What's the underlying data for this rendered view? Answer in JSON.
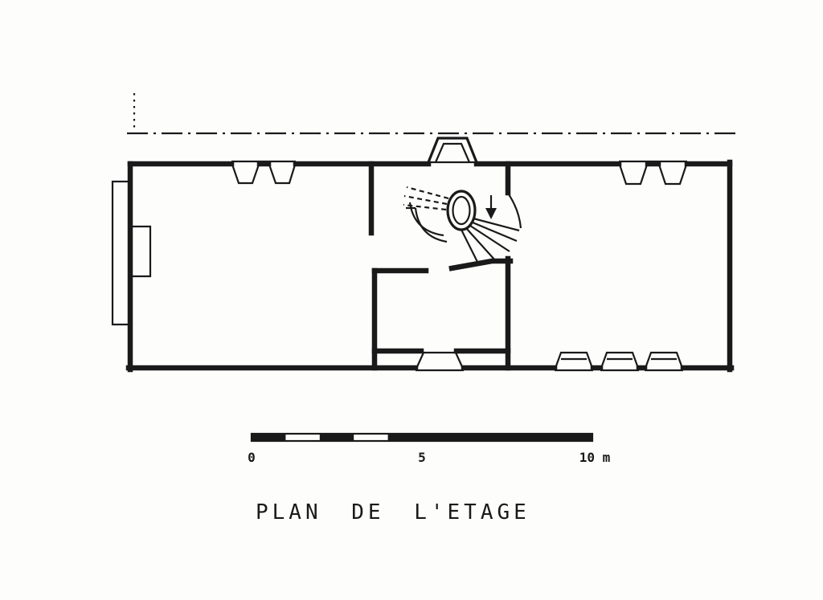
{
  "page": {
    "background": "#fdfdfc",
    "ink": "#1a1a1a"
  },
  "title": {
    "text": "PLAN DE L'ETAGE"
  },
  "scale_bar": {
    "start": "0",
    "mid": "5",
    "end": "10 m"
  }
}
